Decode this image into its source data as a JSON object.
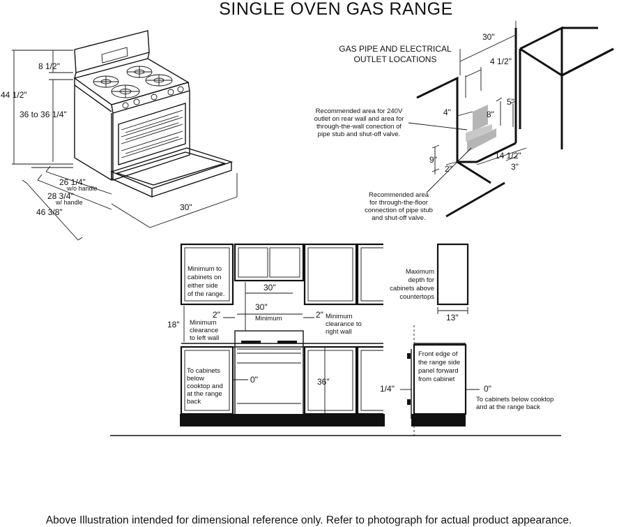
{
  "title": "SINGLE OVEN GAS RANGE",
  "range_view": {
    "dims": {
      "overall_height": "44 1/2\"",
      "backguard": "8 1/2\"",
      "cooktop_height": "36 to 36 1/4\"",
      "depth_no_handle": "26 1/4\"",
      "depth_no_handle_note": "w/o handle",
      "depth_with_handle": "28 3/4\"",
      "depth_with_handle_note": "w/ handle",
      "depth_door_open": "46 3/8\"",
      "width": "30\""
    }
  },
  "gas_pipe": {
    "heading_line1": "GAS PIPE AND ELECTRICAL",
    "heading_line2": "OUTLET LOCATIONS",
    "dims": {
      "width": "30\"",
      "offset_4_5": "4 1/2\"",
      "d4": "4\"",
      "d5": "5\"",
      "d8": "8\"",
      "d9": "9\"",
      "d2": "2\"",
      "d14_5": "14 1/2\"",
      "d3": "3\""
    },
    "note_wall": [
      "Recommended area for 240V",
      "outlet on rear wall and area for",
      "through-the-wall conection of",
      "pipe stub and shut-off valve."
    ],
    "note_floor": [
      "Recommended area",
      "for through-the-floor",
      "connection of pipe stub",
      "and shut-off valve."
    ]
  },
  "front_view": {
    "min_cabinets": [
      "Minimum to",
      "cabinets on",
      "either side",
      "of the range."
    ],
    "upper_gap": "30\"",
    "opening": "30\"",
    "opening_sub": "Minimum",
    "left_clear": "2\"",
    "right_clear": "2\"",
    "left_note": [
      "Minimum",
      "clearance",
      "to left wall"
    ],
    "right_note": [
      "Minimum",
      "clearance to",
      "right wall"
    ],
    "vertical_clear": "18\"",
    "below_note": [
      "To cabinets",
      "below",
      "cooktop and",
      "at the range",
      "back"
    ],
    "zero": "0\"",
    "counter_height": "36\""
  },
  "side_view": {
    "max_depth_note": [
      "Maximum",
      "depth for",
      "cabinets above",
      "countertops"
    ],
    "max_depth": "13\"",
    "front_edge_note": [
      "Front edge of",
      "the range side",
      "panel forward",
      "from cabinet"
    ],
    "quarter": "1/4\"",
    "zero": "0\"",
    "back_note": [
      "To cabinets below cooktop",
      "and at the range back"
    ]
  },
  "footer": "Above Illustration intended for dimensional reference only. Refer to photograph for actual product appearance."
}
